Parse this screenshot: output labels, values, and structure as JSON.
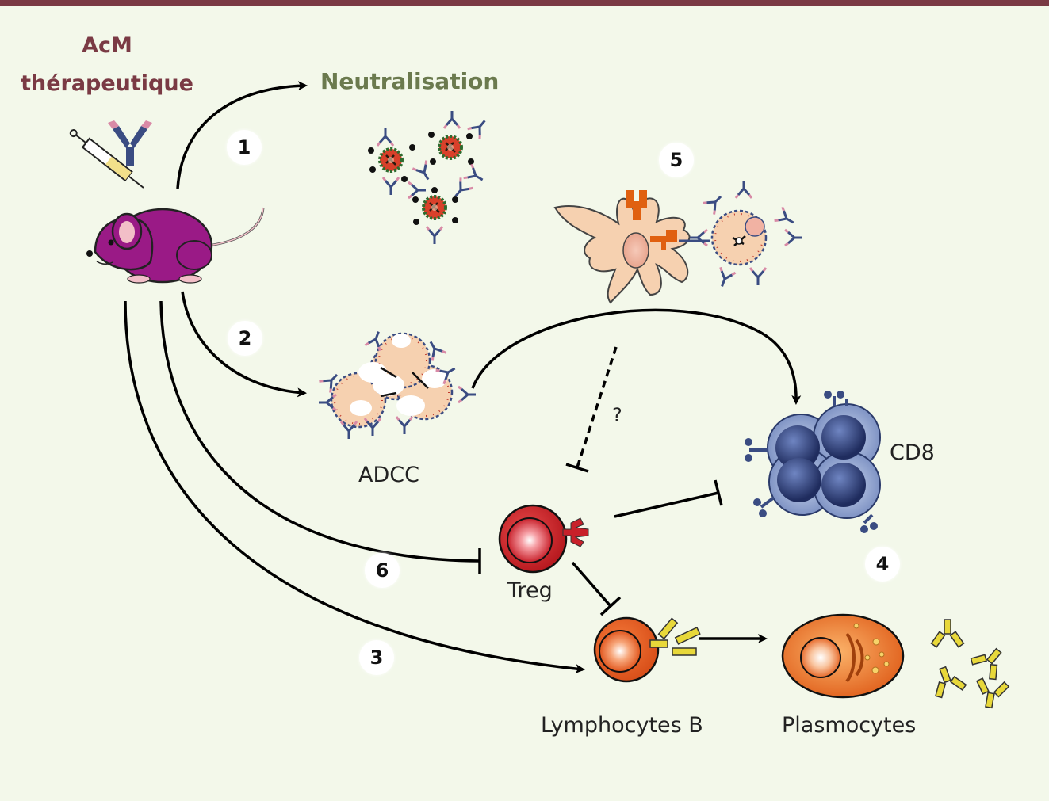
{
  "title": {
    "line1": "AcM",
    "line2": "thérapeutique"
  },
  "labels": {
    "neutralisation": "Neutralisation",
    "adcc": "ADCC",
    "cd8": "CD8",
    "treg": "Treg",
    "lymphocytes_b": "Lymphocytes B",
    "plasmocytes": "Plasmocytes",
    "question": "?"
  },
  "steps": [
    "1",
    "2",
    "3",
    "4",
    "5",
    "6"
  ],
  "colors": {
    "title": "#7a3a44",
    "neutralisation": "#6b7a4e",
    "background": "#f3f8ea",
    "mouse": "#9a1a86",
    "treg": "#c8202a",
    "b_cell": "#e0551c",
    "cd8": "#3a4c82",
    "antibody_yellow": "#e8d83a",
    "dendritic": "#f6d1b0"
  },
  "icons": [
    "syringe-icon",
    "antibody-icon",
    "mouse-icon",
    "dendritic-cell-icon",
    "tumor-cell-icon"
  ]
}
